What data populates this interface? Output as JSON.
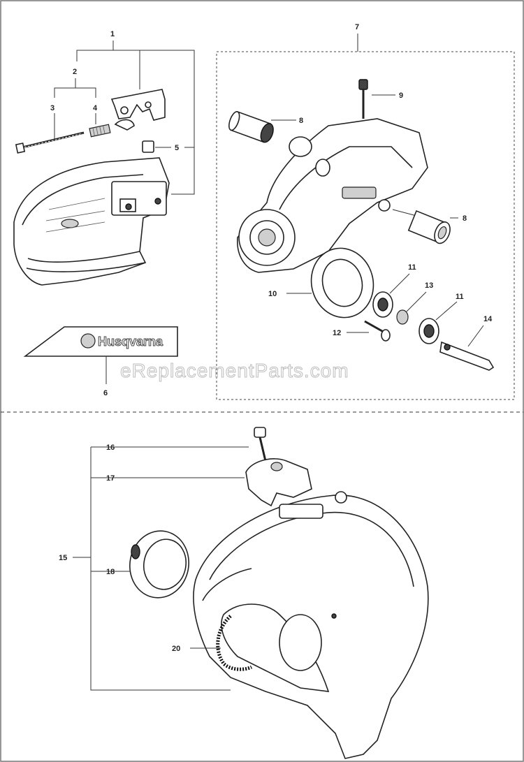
{
  "diagram": {
    "watermark": "eReplacementParts.com",
    "brand_logo_text": "Husqvarna",
    "callouts": {
      "c1": "1",
      "c2": "2",
      "c3": "3",
      "c4": "4",
      "c5": "5",
      "c6": "6",
      "c7": "7",
      "c8a": "8",
      "c8b": "8",
      "c9": "9",
      "c10": "10",
      "c11a": "11",
      "c11b": "11",
      "c12": "12",
      "c13": "13",
      "c14": "14",
      "c15": "15",
      "c16": "16",
      "c17": "17",
      "c18": "18",
      "c20": "20"
    }
  }
}
